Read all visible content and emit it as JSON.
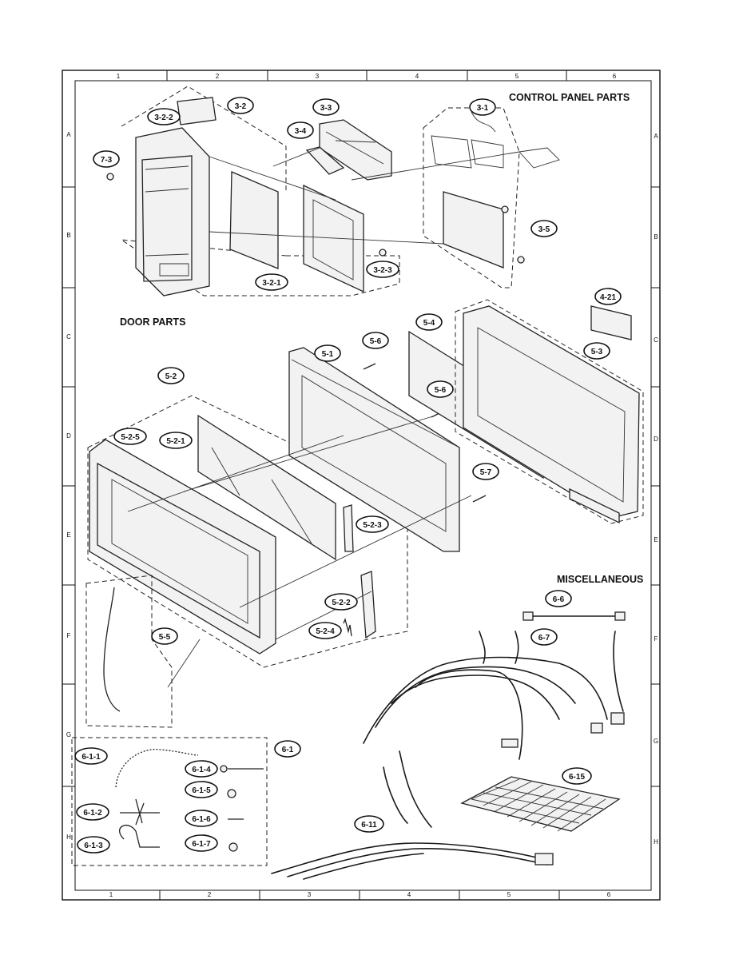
{
  "grid": {
    "columns": [
      "1",
      "2",
      "3",
      "4",
      "5",
      "6"
    ],
    "rows": [
      "A",
      "B",
      "C",
      "D",
      "E",
      "F",
      "G",
      "H"
    ]
  },
  "sections": {
    "control_panel": "CONTROL PANEL PARTS",
    "door": "DOOR PARTS",
    "misc": "MISCELLANEOUS"
  },
  "callouts": {
    "c3_2": "3-2",
    "c3_2_2": "3-2-2",
    "c7_3": "7-3",
    "c3_3": "3-3",
    "c3_4": "3-4",
    "c3_1": "3-1",
    "c3_5": "3-5",
    "c3_2_3": "3-2-3",
    "c3_2_1": "3-2-1",
    "c4_21": "4-21",
    "c5_4": "5-4",
    "c5_3": "5-3",
    "c5_1": "5-1",
    "c5_6a": "5-6",
    "c5_6b": "5-6",
    "c5_2": "5-2",
    "c5_2_5": "5-2-5",
    "c5_2_1": "5-2-1",
    "c5_7": "5-7",
    "c5_2_3": "5-2-3",
    "c5_2_2": "5-2-2",
    "c5_2_4": "5-2-4",
    "c5_5": "5-5",
    "c6_6": "6-6",
    "c6_7": "6-7",
    "c6_1": "6-1",
    "c6_1_1": "6-1-1",
    "c6_1_4": "6-1-4",
    "c6_1_5": "6-1-5",
    "c6_1_2": "6-1-2",
    "c6_1_6": "6-1-6",
    "c6_1_3": "6-1-3",
    "c6_1_7": "6-1-7",
    "c6_15": "6-15",
    "c6_11": "6-11"
  },
  "colors": {
    "ink": "#111111",
    "paper": "#ffffff",
    "fill": "#f2f2f2"
  }
}
